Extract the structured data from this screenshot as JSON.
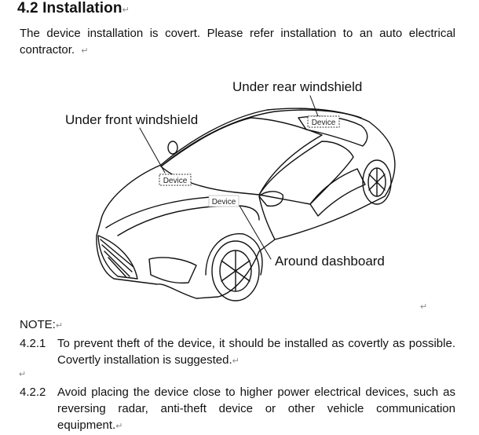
{
  "section": {
    "title": "4.2 Installation",
    "intro": "The device installation is covert. Please refer installation to an auto electrical contractor."
  },
  "figure": {
    "labels": {
      "rear": "Under rear windshield",
      "front": "Under front windshield",
      "dashboard": "Around dashboard"
    },
    "device_tags": [
      "Device",
      "Device",
      "Device"
    ]
  },
  "note": {
    "label": "NOTE:",
    "items": [
      {
        "number": "4.2.1",
        "text": "To prevent theft of the device, it should be installed as covertly as possible. Covertly installation is suggested."
      },
      {
        "number": "4.2.2",
        "text": "Avoid placing the device close to higher power electrical devices, such as reversing radar, anti-theft device or other vehicle communication equipment."
      }
    ]
  },
  "marks": {
    "paragraph": "↵"
  }
}
